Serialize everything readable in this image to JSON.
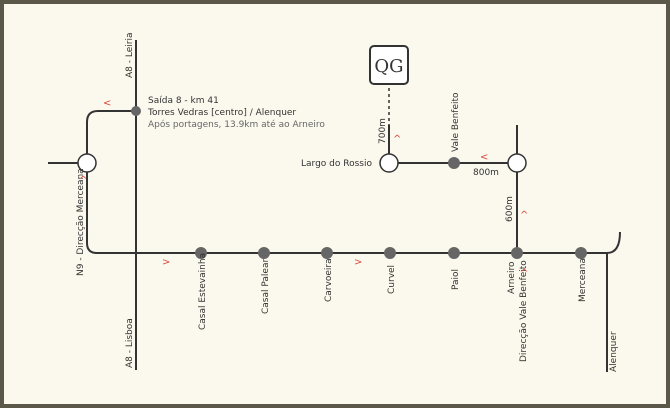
{
  "colors": {
    "frame": "#5b5849",
    "background": "#fbf9ee",
    "road": "#333333",
    "stop": "#666666",
    "arrow": "#d9463a"
  },
  "logo": {
    "text": "QG"
  },
  "roads": {
    "a8_north": "A8 - Leiria",
    "a8_south": "A8 - Lisboa",
    "n9": "N9 - Direcção Merceana",
    "alenquer": "Alenquer"
  },
  "exit": {
    "line1": "Saída 8 - km 41",
    "line2": "Torres Vedras [centro] / Alenquer",
    "line3": "Após portagens, 13.9km até ao Arneiro"
  },
  "towns": {
    "casal_estevainha": "Casal Estevainha",
    "casal_palear": "Casal Palear",
    "carvoeira": "Carvoeira",
    "curvel": "Curvel",
    "paiol": "Paiol",
    "arneiro": "Arneiro",
    "merceana": "Merceana",
    "vale_benfeito": "Vale Benfeito",
    "largo_do_rossio": "Largo do Rossio"
  },
  "direction_vale_benfeito": "Direcção Vale Benfeito",
  "distances": {
    "d700": "700m",
    "d800": "800m",
    "d600": "600m"
  },
  "arrow_glyph": ">",
  "arrow_up_glyph": "^",
  "arrow_left_glyph": "<"
}
